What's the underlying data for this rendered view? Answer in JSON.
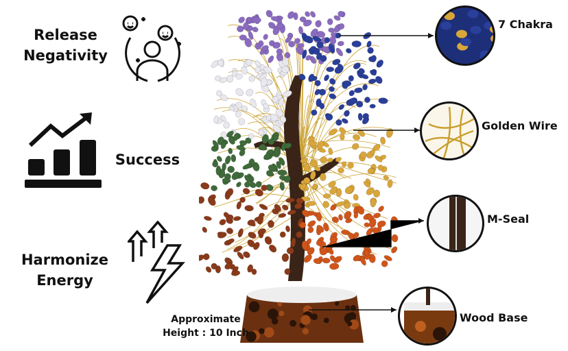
{
  "features": [
    {
      "line1": "Release",
      "line2": "Negativity",
      "icon": "happy-people-icon"
    },
    {
      "line1": "Success",
      "icon": "growth-chart-icon"
    },
    {
      "line1": "Harmonize",
      "line2": "Energy",
      "icon": "energy-bolt-icon"
    }
  ],
  "callouts": [
    {
      "label": "7 Chakra"
    },
    {
      "label": "Golden Wire"
    },
    {
      "label": "M-Seal"
    },
    {
      "label": "Wood Base"
    }
  ],
  "height_note": {
    "line1": "Approximate",
    "line2": "Height : 10 Inch"
  },
  "colors": {
    "violet": "#8a6bc0",
    "clear": "#e8e8ee",
    "blue": "#2a3f9a",
    "green": "#3f6a3a",
    "yellow": "#d9a63a",
    "red": "#8a3a1a",
    "orange": "#d0551a",
    "trunk": "#3a2418",
    "wire": "#c9a030"
  }
}
